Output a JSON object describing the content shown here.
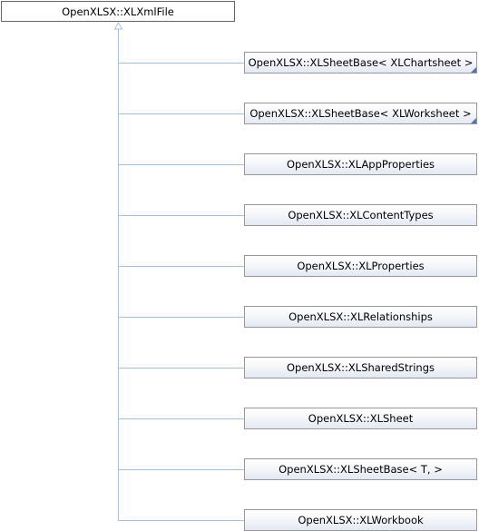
{
  "diagram": {
    "root": {
      "label": "OpenXLSX::XLXmlFile"
    },
    "children": [
      {
        "label": "OpenXLSX::XLSheetBase< XLChartsheet >",
        "truncated": true
      },
      {
        "label": "OpenXLSX::XLSheetBase< XLWorksheet >",
        "truncated": true
      },
      {
        "label": "OpenXLSX::XLAppProperties",
        "truncated": false
      },
      {
        "label": "OpenXLSX::XLContentTypes",
        "truncated": false
      },
      {
        "label": "OpenXLSX::XLProperties",
        "truncated": false
      },
      {
        "label": "OpenXLSX::XLRelationships",
        "truncated": false
      },
      {
        "label": "OpenXLSX::XLSharedStrings",
        "truncated": false
      },
      {
        "label": "OpenXLSX::XLSheet",
        "truncated": false
      },
      {
        "label": "OpenXLSX::XLSheetBase< T, >",
        "truncated": false
      },
      {
        "label": "OpenXLSX::XLWorkbook",
        "truncated": false
      }
    ],
    "colors": {
      "edge": "#a8c4de",
      "node_border": "#999999",
      "root_border": "#666666",
      "truncation_mark": "#5573a8"
    }
  }
}
